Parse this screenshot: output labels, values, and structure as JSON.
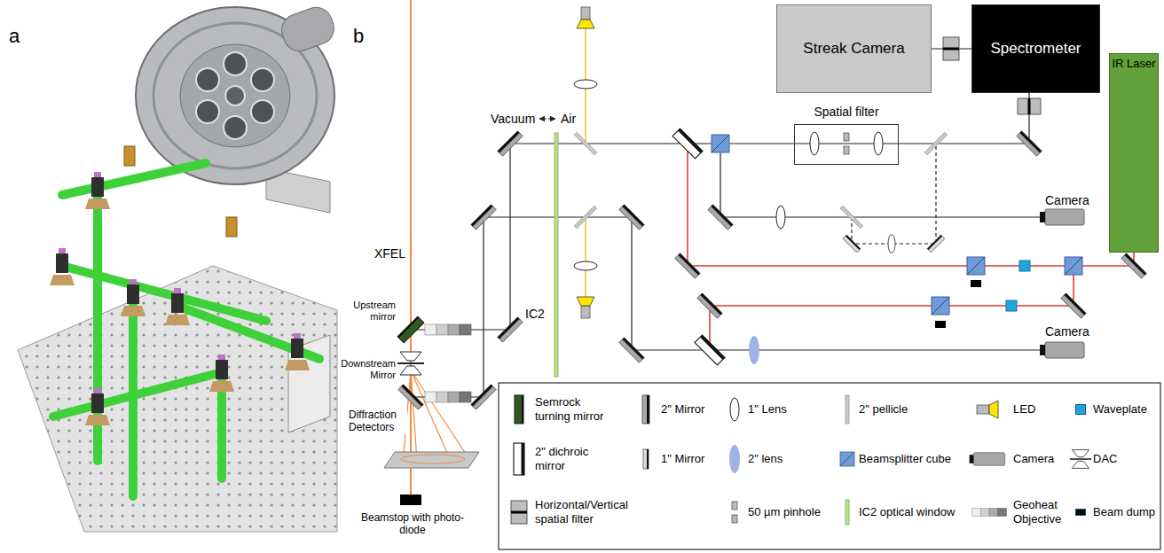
{
  "diagram": {
    "nodes": [
      {
        "text": [
          "Streak Camera"
        ]
      },
      {
        "text": [
          "Spectrometer"
        ]
      },
      {
        "text": [
          "IR Laser"
        ]
      },
      {
        "text": [
          "Spatial filter"
        ]
      }
    ],
    "edges": [
      {
        "from": 0,
        "to": 1,
        "arrow": "none"
      }
    ],
    "labels": [
      "a",
      "b",
      "Vacuum",
      "Air",
      "XFEL",
      "Upstream mirror",
      "Downstream Mirror",
      "IC2",
      "Diffraction Detectors",
      "Beamstop with photo-diode",
      "Camera",
      "Camera"
    ],
    "legend": [
      {
        "text": "Semrock turning mirror"
      },
      {
        "text": "2\" Mirror"
      },
      {
        "text": "1\" Lens"
      },
      {
        "text": "2\" pellicle"
      },
      {
        "text": "LED"
      },
      {
        "text": "Waveplate",
        "color": "#20a4dc"
      },
      {
        "text": "2\" dichroic mirror"
      },
      {
        "text": "1\" Mirror"
      },
      {
        "text": "2\" lens"
      },
      {
        "text": "Beamsplitter cube"
      },
      {
        "text": "Camera"
      },
      {
        "text": "DAC"
      },
      {
        "text": "Horizontal/Vertical spatial filter"
      },
      {
        "text": "50 µm pinhole"
      },
      {
        "text": "IC2 optical window"
      },
      {
        "text": "Geoheat Objective"
      },
      {
        "text": "Beam dump",
        "color": "#000000"
      }
    ]
  }
}
